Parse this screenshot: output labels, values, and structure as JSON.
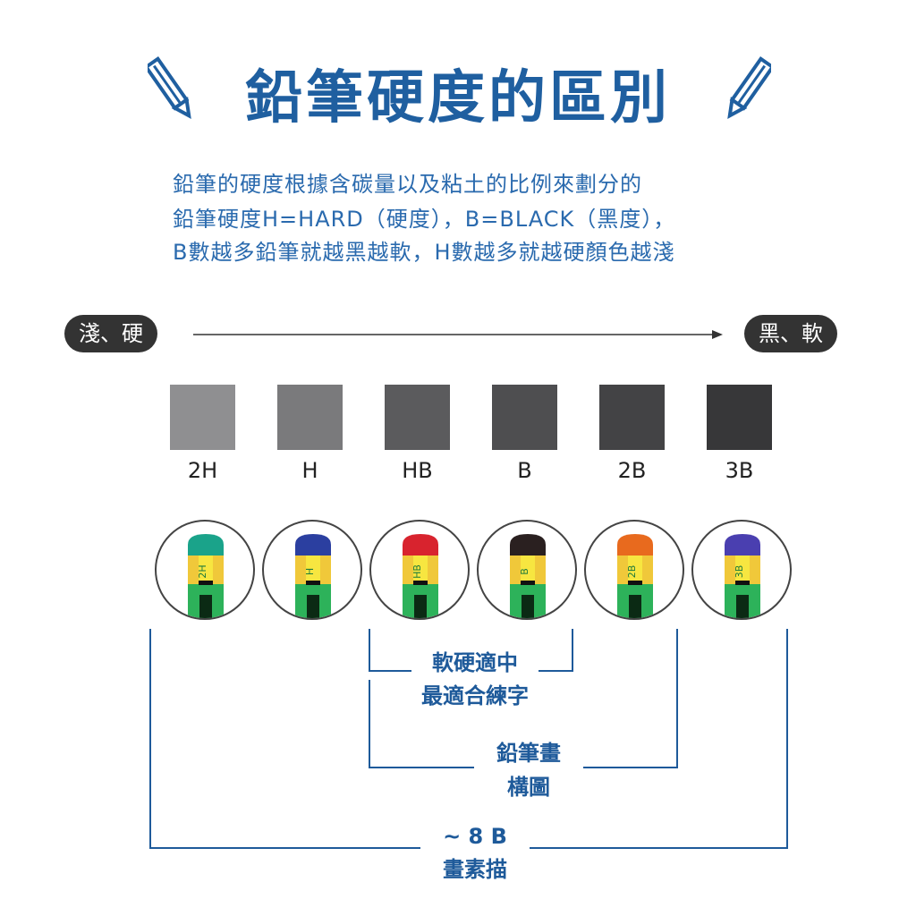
{
  "title": "鉛筆硬度的區別",
  "description": [
    "鉛筆的硬度根據含碳量以及粘土的比例來劃分的",
    "鉛筆硬度H=HARD（硬度），B=BLACK（黑度），",
    "B數越多鉛筆就越黑越軟，H數越多就越硬顏色越淺"
  ],
  "scale": {
    "left_label": "淺、硬",
    "right_label": "黑、軟"
  },
  "grades": [
    {
      "label": "2H",
      "swatch": "#8f8f91",
      "cap": "#1aa38a"
    },
    {
      "label": "H",
      "swatch": "#7a7a7c",
      "cap": "#2b3fa0"
    },
    {
      "label": "HB",
      "swatch": "#5b5b5d",
      "cap": "#d8232e"
    },
    {
      "label": "B",
      "swatch": "#4e4e50",
      "cap": "#2a2020"
    },
    {
      "label": "2B",
      "swatch": "#434345",
      "cap": "#e86a1e"
    },
    {
      "label": "3B",
      "swatch": "#373739",
      "cap": "#4a3fb0"
    }
  ],
  "ranges": {
    "inner": {
      "line1": "軟硬適中",
      "line2": "最適合練字"
    },
    "middle": {
      "line1": "鉛筆畫",
      "line2": "構圖"
    },
    "outer": {
      "line1": "~ 8 B",
      "line2": "畫素描"
    }
  },
  "colors": {
    "accent": "#1f5fa0",
    "line": "#1e5a9a"
  }
}
